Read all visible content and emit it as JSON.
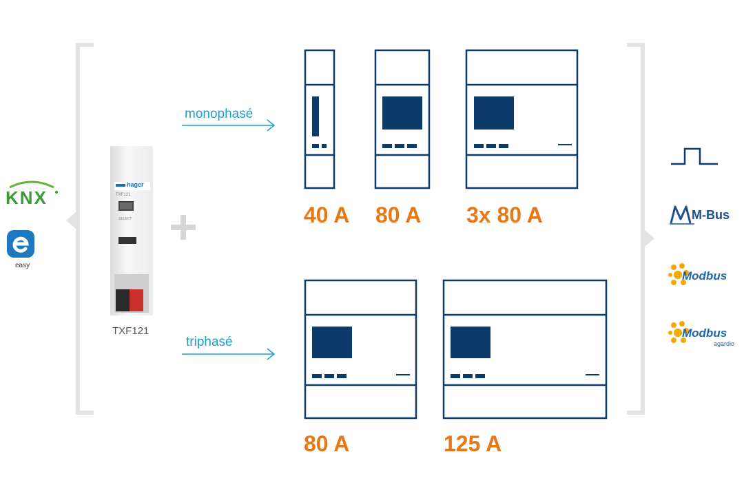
{
  "left_protocols": {
    "knx": "KNX",
    "easy_label": "easy"
  },
  "device": {
    "brand": "hager",
    "model_small": "TXF121",
    "button_label": "SELECT",
    "caption": "TXF121"
  },
  "arrows": {
    "mono": "monophasé",
    "tri": "triphasé"
  },
  "meters": {
    "mono": [
      "40 A",
      "80 A",
      "3x 80 A"
    ],
    "tri": [
      "80 A",
      "125 A"
    ]
  },
  "right_protocols": {
    "mbus": "M-Bus",
    "modbus": "Modbus",
    "modbus2": "Modbus",
    "modbus2_sub": "agardio"
  },
  "colors": {
    "meter_blue": "#0b3a6b",
    "rating_orange": "#e67817",
    "arrow_blue": "#1a9fd1",
    "bracket_grey": "#e3e3e3"
  }
}
